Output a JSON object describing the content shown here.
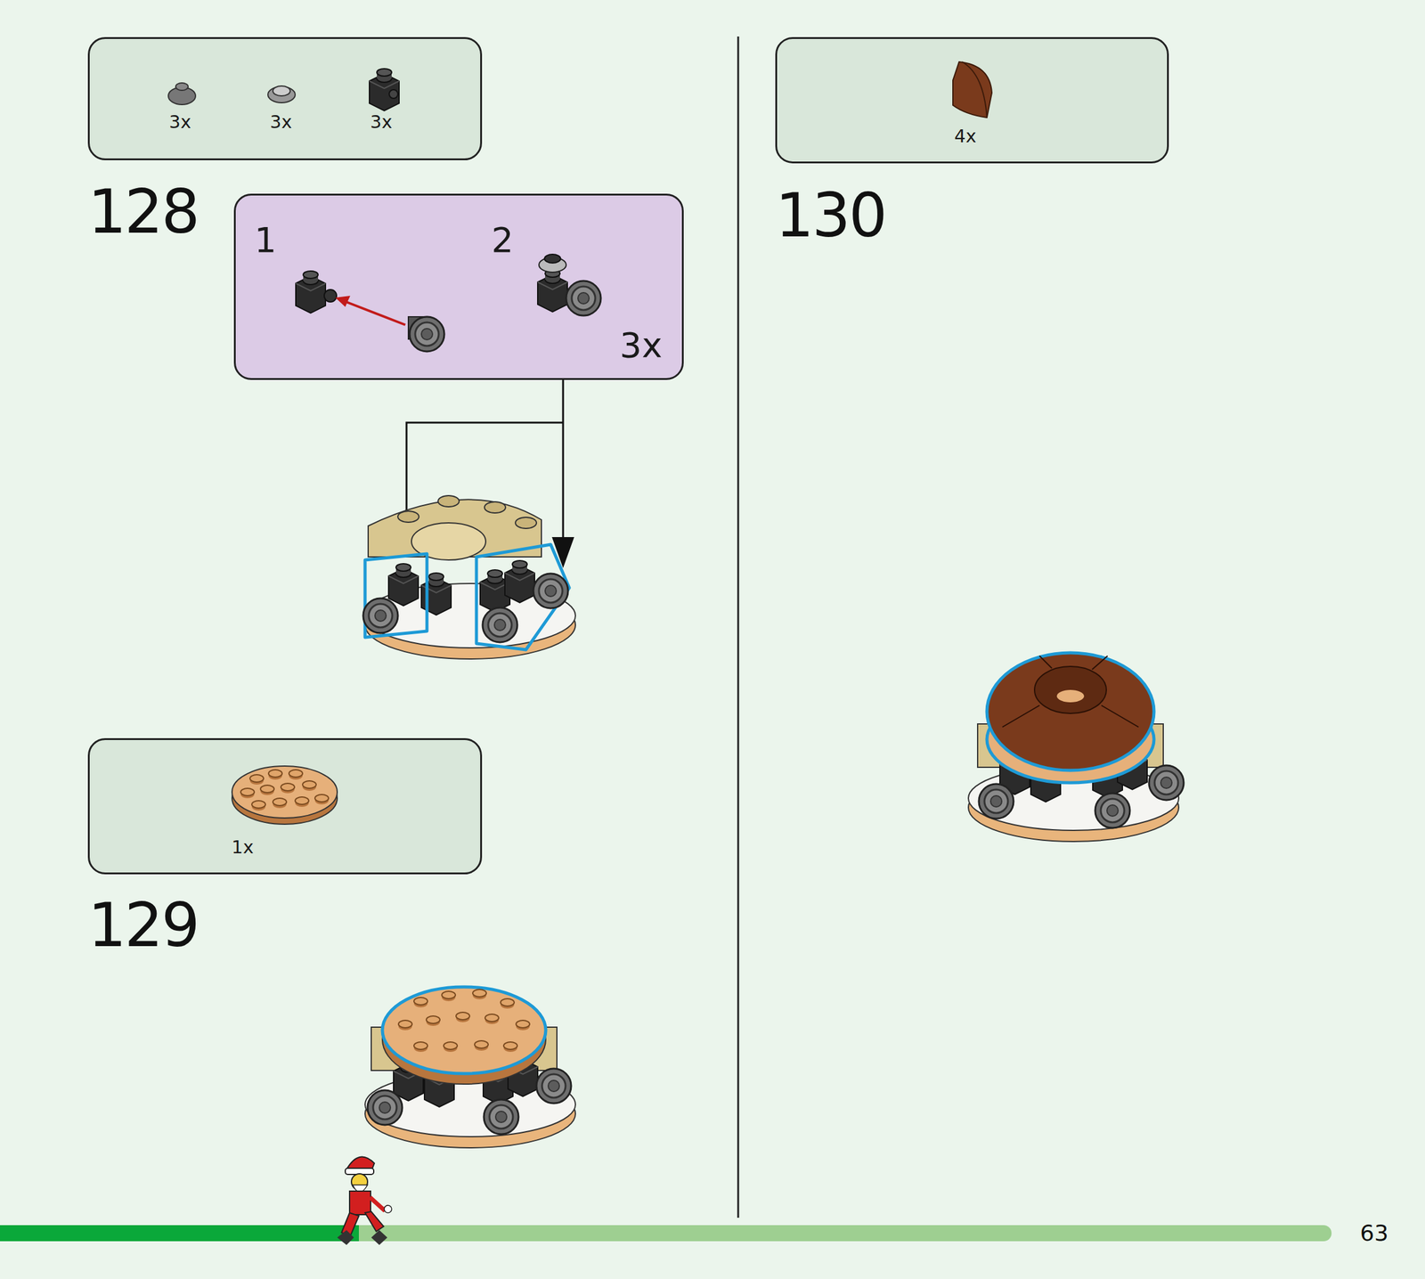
{
  "diagram": {
    "nodes": [
      {
        "text": [
          "3x",
          "3x",
          "3x"
        ]
      },
      {
        "text": [
          "1",
          "2",
          "3x"
        ]
      },
      {
        "text": [
          "1x"
        ]
      },
      {
        "text": [
          "4x"
        ]
      }
    ],
    "labels": [
      "128",
      "129",
      "130",
      "63"
    ]
  }
}
